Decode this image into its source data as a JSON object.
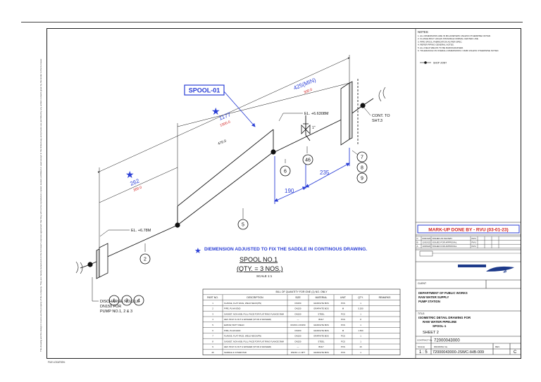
{
  "sheet_side_note": "This drawing and the design it covers are the property of the company. They are merely loaned and on the borrower's express agreement that they will not be reproduced, copied, loaned, exhibited or used except in the limited way and private use permitted by any written consent given by the lender to the borrower.",
  "spool_tag": "SPOOL-01",
  "dims": {
    "d1177": "1177",
    "d1177_red": "1500.0",
    "d425": "425(MIN)",
    "d425_red": "300.0",
    "d470": "470.0",
    "d262": "262",
    "d262_red": "300.0",
    "d190": "190",
    "d235": "235"
  },
  "elevations": {
    "el_top": "EL. +6.6308M",
    "el_left": "EL. +6.78M"
  },
  "cont_note": "CONT. TO\nSHT.3",
  "valve_angle": "1\"",
  "balloons": [
    "1",
    "2",
    "3",
    "4",
    "5",
    "6",
    "7",
    "8",
    "9",
    "46"
  ],
  "discharge_note": [
    "DISCHARGE NOZZLE",
    "DN150 FOR",
    "PUMP NO.1, 2 & 3"
  ],
  "remark": "DIEMENSION ADJUSTED TO FIX THE SADDLE IN CONTINOUS DRAWING.",
  "spool_title": "SPOOL NO.1",
  "qty": "(QTY. = 3 NOS.)",
  "scale": "SCALE 1:1",
  "bom": {
    "title": "BILL OF QUANTITY FOR ONE (1) NO. ONLY",
    "headers": [
      "PART NO.",
      "DESCRIPTION",
      "SIZE",
      "MATERIAL",
      "UNIT",
      "QTY.",
      "REMARKS"
    ],
    "rows": [
      [
        "1",
        "FLANGE, FLAT FACE, WELD NECK(PN)",
        "DN150",
        "GRAPHITE BOS",
        "PCS",
        "1",
        ""
      ],
      [
        "2",
        "PIPE, PLAIN END",
        "DN150",
        "GRAPHITE BOS",
        "M",
        "5.200",
        ""
      ],
      [
        "3",
        "GASKET, NON ASB, FULL FACE FOR FLAT RING FLANGE 3MM",
        "DN150",
        "STEEL",
        "PCS",
        "1",
        ""
      ],
      [
        "4",
        "HEX. BOLT & NUT & WASHER (STUD & WASHER)",
        "—",
        "BOLT",
        "PCS",
        "8",
        ""
      ],
      [
        "5",
        "ELBOW, BUTT WELD",
        "DN150 x DN150",
        "GRAPHITE BOS",
        "PCS",
        "1",
        ""
      ],
      [
        "6",
        "PIPE, PLAIN END",
        "DN150",
        "GRAPHITE BOS",
        "M",
        "1.500",
        ""
      ],
      [
        "7",
        "FLANGE, FLAT FACE, WELD NECK(PN)",
        "DN150",
        "GRAPHITE BOS",
        "PCS",
        "1",
        ""
      ],
      [
        "8",
        "GASKET, NON ASB, FULL FACE FOR FLAT RING FLANGE 3MM",
        "DN150",
        "STEEL",
        "PCS",
        "1",
        ""
      ],
      [
        "9",
        "HEX. BOLT & NUT & WASHER (STUD & WASHER)",
        "—",
        "BOLT",
        "PCS",
        "16",
        ""
      ],
      [
        "46",
        "SADDLE & COVER PAD",
        "DN150 x 1 NPT",
        "GRAPHITE BOS",
        "PCS",
        "1",
        ""
      ]
    ]
  },
  "notes": {
    "title": "NOTES:",
    "lines": [
      "1. ALL DIMENSIONS ARE IN MILLIMETERS UNLESS OTHERWISE NOTED.",
      "2. FLANGE BOLT HOLES STRADDLE NORMAL CENTER LINE.",
      "3. PIPE SPOOL FABRICATION AS PER SPEC.",
      "4. REFER PIPING GENERAL NOTES.",
      "5. ALL FIELD WELDS TO BE RADIOGRAPHED.",
      "6. TOLERANCE ON OVERALL DIMENSIONS ± 3MM UNLESS OTHERWISE NOTED."
    ],
    "legend_label": "SHOP JOINT"
  },
  "markup": "MARK-UP DONE BY - RVU (03-01-23)",
  "revisions": [
    [
      "C",
      "03/01/23",
      "ISSUED AS SHOWN",
      "RVU",
      "",
      "",
      "",
      ""
    ],
    [
      "B",
      "12/02/22",
      "ISSUED FOR APPROVAL",
      "RVU",
      "",
      "",
      "",
      ""
    ],
    [
      "A",
      "10/09/22",
      "ISSUED FOR APPROVAL",
      "RVU",
      "",
      "",
      "",
      ""
    ]
  ],
  "client_label": "CLIENT",
  "department": [
    "DEPARTMENT OF PUBLIC WORKS",
    "RAW WATER SUPPLY",
    "PUMP STATION"
  ],
  "drawing_title_label": "TITLE:",
  "drawing_title": [
    "ISOMETRIC DETAIL DRAWING FOR",
    "RAW WATER PIPELINE",
    "SPOOL-1"
  ],
  "sheet": "SHEET 2",
  "contract_label": "CONTRACT No.",
  "contract_no": "72000043000",
  "scale_label": "SCALE",
  "drawing_no_label": "DRAWING No.",
  "rev_label": "REV.",
  "tb_scale": "1 : 5",
  "drawing_no": "72000043000-JSWC-IHB-009",
  "rev": "C",
  "footer_left": "FILE LOCATION:"
}
